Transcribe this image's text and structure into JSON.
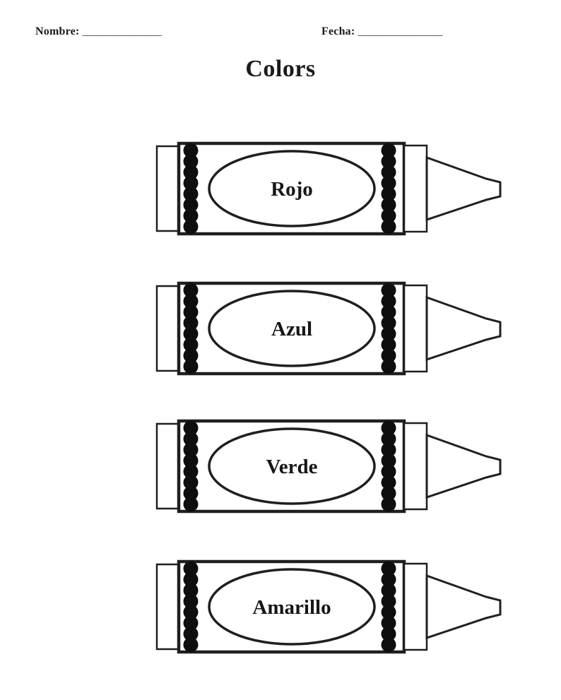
{
  "page": {
    "background_color": "#ffffff",
    "ink_color": "#1f1f1f"
  },
  "header": {
    "name_label": "Nombre:",
    "name_blank": "_______________",
    "date_label": "Fecha:",
    "date_blank": "________________"
  },
  "title": "Colors",
  "crayons": [
    {
      "label": "Rojo"
    },
    {
      "label": "Azul"
    },
    {
      "label": "Verde"
    },
    {
      "label": "Amarillo"
    }
  ]
}
